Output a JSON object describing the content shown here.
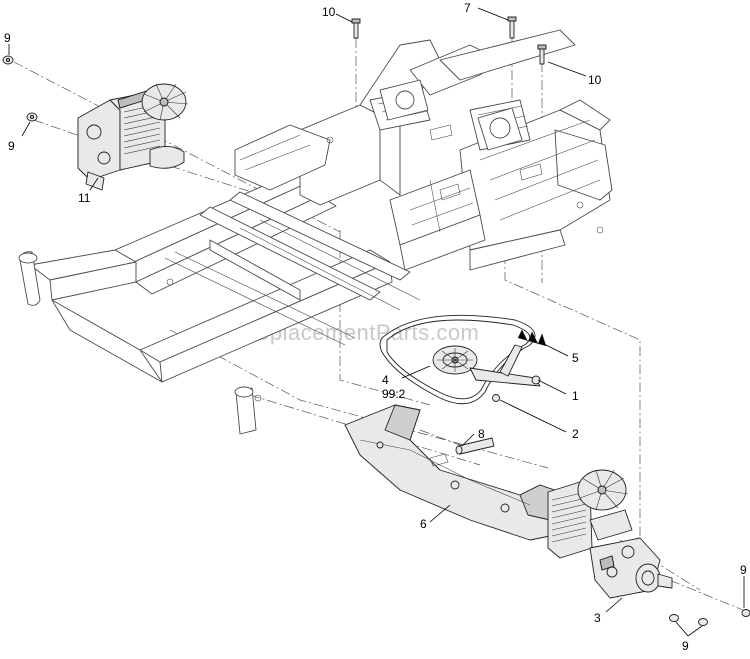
{
  "watermark": "eReplacementParts.com",
  "callouts": {
    "c1": "1",
    "c2": "2",
    "c3": "3",
    "c4": "4",
    "c4_ref": "99:2",
    "c5": "5",
    "c6": "6",
    "c7": "7",
    "c8": "8",
    "c9_top_left": "9",
    "c9_left": "9",
    "c9_right": "9",
    "c9_bottom": "9",
    "c10_top": "10",
    "c10_right": "10",
    "c11": "11"
  }
}
